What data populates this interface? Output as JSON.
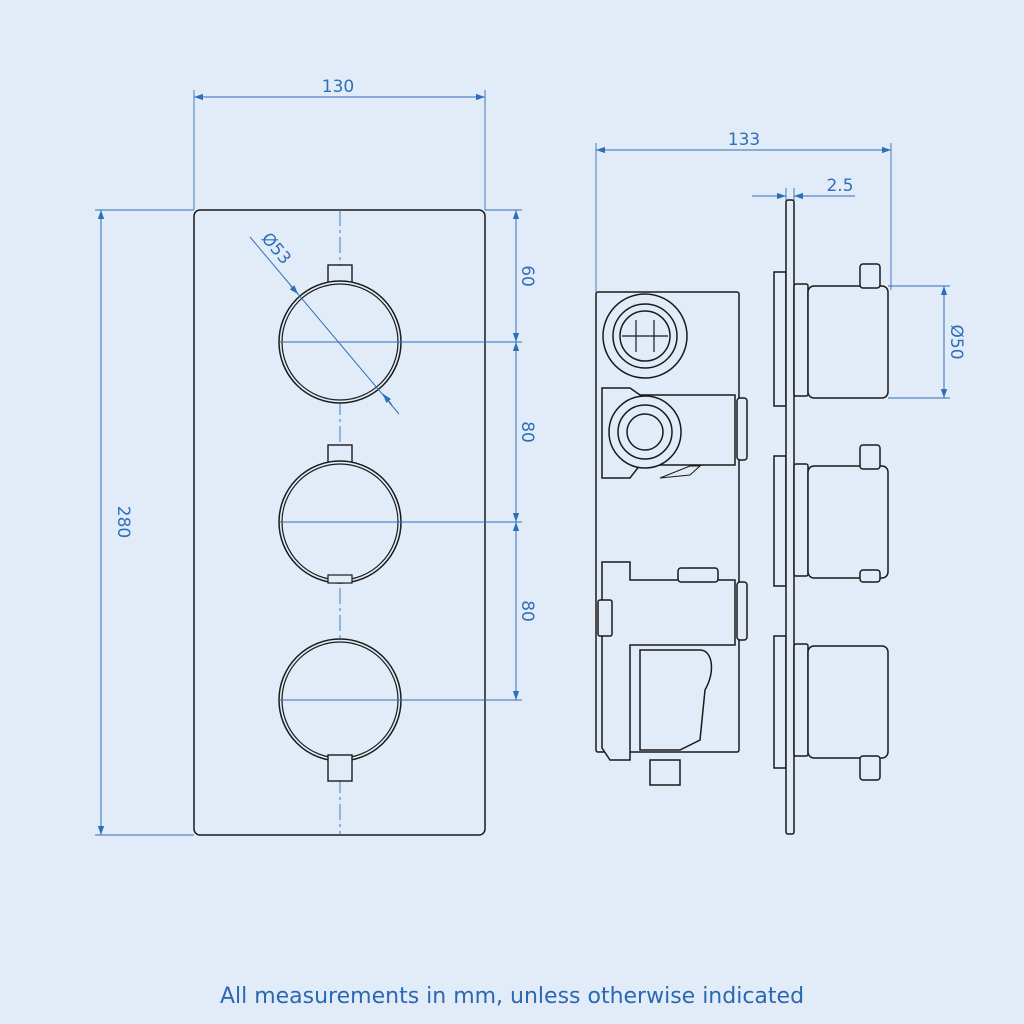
{
  "dimensions": {
    "front_width": "130",
    "front_height": "280",
    "handle_diameter": "Ø53",
    "spacing_top": "60",
    "spacing_mid": "80",
    "spacing_bottom": "80",
    "side_depth": "133",
    "plate_thickness": "2.5",
    "knob_diameter": "Ø50"
  },
  "caption": "All measurements in mm, unless otherwise indicated",
  "colors": {
    "background": "#e2ecf8",
    "dimension": "#2f6fb8",
    "outline": "#1a1a1a"
  }
}
